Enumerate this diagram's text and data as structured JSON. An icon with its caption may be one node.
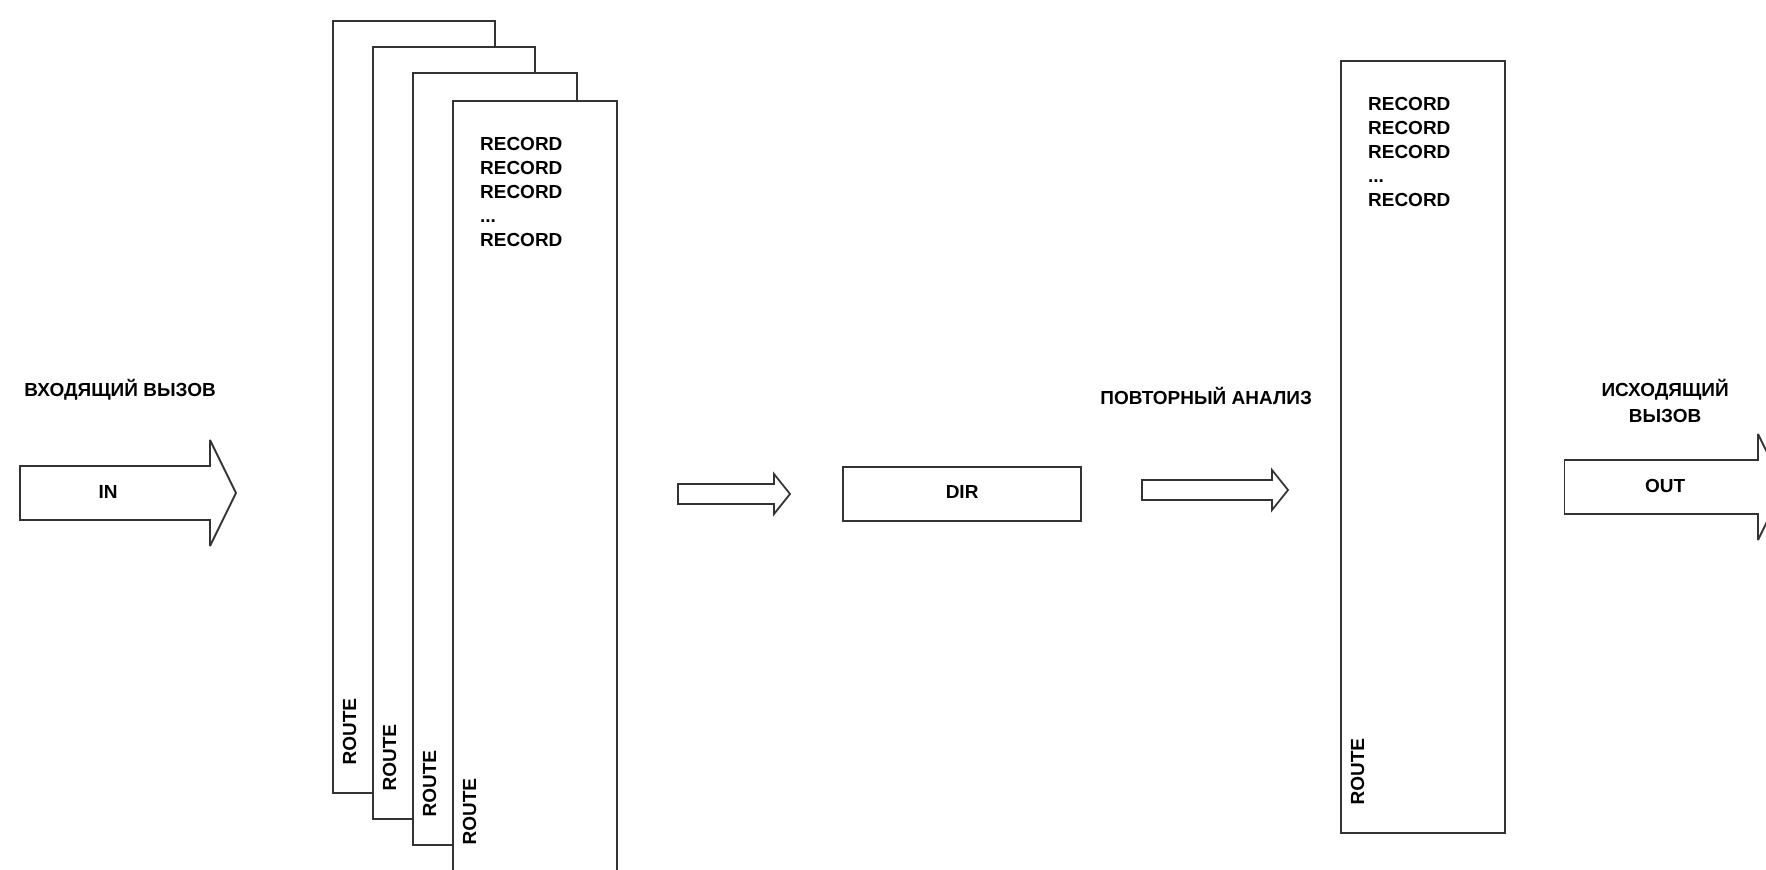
{
  "diagram": {
    "nodes": [
      {
        "text": [
          "ВХОДЯЩИЙ ВЫЗОВ",
          "IN"
        ]
      },
      {
        "text": [
          "ROUTE"
        ]
      },
      {
        "text": [
          "ROUTE"
        ]
      },
      {
        "text": [
          "ROUTE"
        ]
      },
      {
        "text": [
          "RECORD RECORD RECORD ... RECORD",
          "ROUTE"
        ]
      },
      {
        "text": [
          "DIR"
        ]
      },
      {
        "text": [
          "RECORD RECORD RECORD ... RECORD",
          "ROUTE"
        ]
      },
      {
        "text": [
          "ИСХОДЯЩИЙ ВЫЗОВ",
          "OUT"
        ]
      }
    ],
    "edges": [
      {
        "from": 4,
        "to": 5,
        "arrow": "to"
      },
      {
        "from": 5,
        "to": 6,
        "arrow": "to",
        "label": "ПОВТОРНЫЙ АНАЛИЗ"
      }
    ]
  }
}
